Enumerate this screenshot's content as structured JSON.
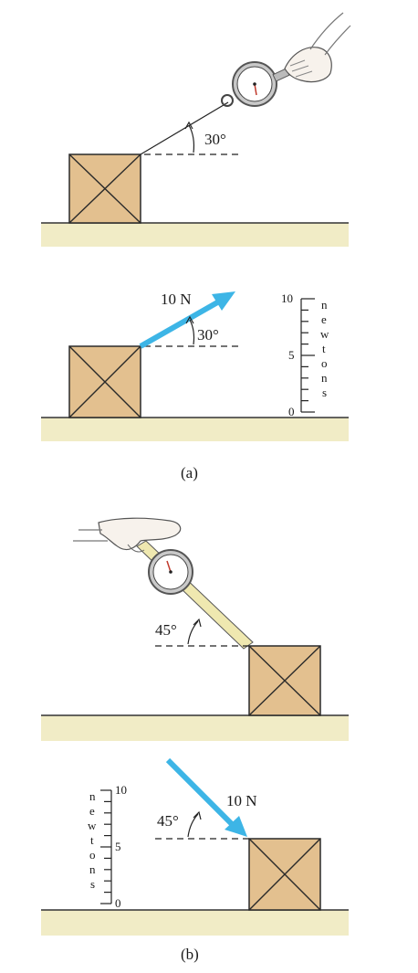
{
  "panel_a": {
    "angle_photo": "30°",
    "angle_vector": "30°",
    "force_label": "10 N",
    "scale_top": "10",
    "scale_mid": "5",
    "scale_bottom": "0",
    "scale_unit_letters": [
      "n",
      "e",
      "w",
      "t",
      "o",
      "n",
      "s"
    ],
    "caption": "(a)"
  },
  "panel_b": {
    "angle_photo": "45°",
    "angle_vector": "45°",
    "force_label": "10 N",
    "scale_top": "10",
    "scale_mid": "5",
    "scale_bottom": "0",
    "scale_unit_letters": [
      "n",
      "e",
      "w",
      "t",
      "o",
      "n",
      "s"
    ],
    "caption": "(b)"
  },
  "colors": {
    "box": "#e3c08f",
    "ground": "#f1ecc6",
    "force_vector": "#3db5e6"
  }
}
